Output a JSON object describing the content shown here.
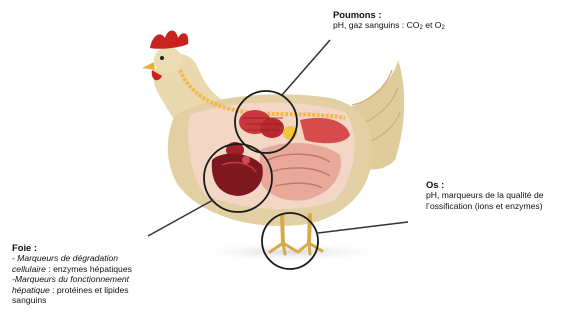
{
  "labels": {
    "poumons": {
      "title": "Poumons :",
      "text_before": "pH, gaz sanguins : CO",
      "sub1": "2",
      "text_mid": " et O",
      "sub2": "2"
    },
    "os": {
      "title": "Os :",
      "line1": "pH, marqueurs de la qualité de",
      "line2": "l’ossification (ions et enzymes)"
    },
    "foie": {
      "title": "Foie :",
      "l1_prefix": "- ",
      "l1_italic": "Marqueurs de dégradation",
      "l2_italic": "cellulaire",
      "l2_rest": " : enzymes hépatiques",
      "l3_italic": "-Marqueurs du fonctionnement",
      "l4_italic": "hépatique",
      "l4_rest": " : protéines et lipides",
      "l5": "sanguins"
    }
  },
  "colors": {
    "plumage": "#e2cfa4",
    "comb": "#c8231f",
    "legs": "#d6a94a",
    "circle_stroke": "#1a1a1a",
    "pointer_line": "#333333"
  }
}
